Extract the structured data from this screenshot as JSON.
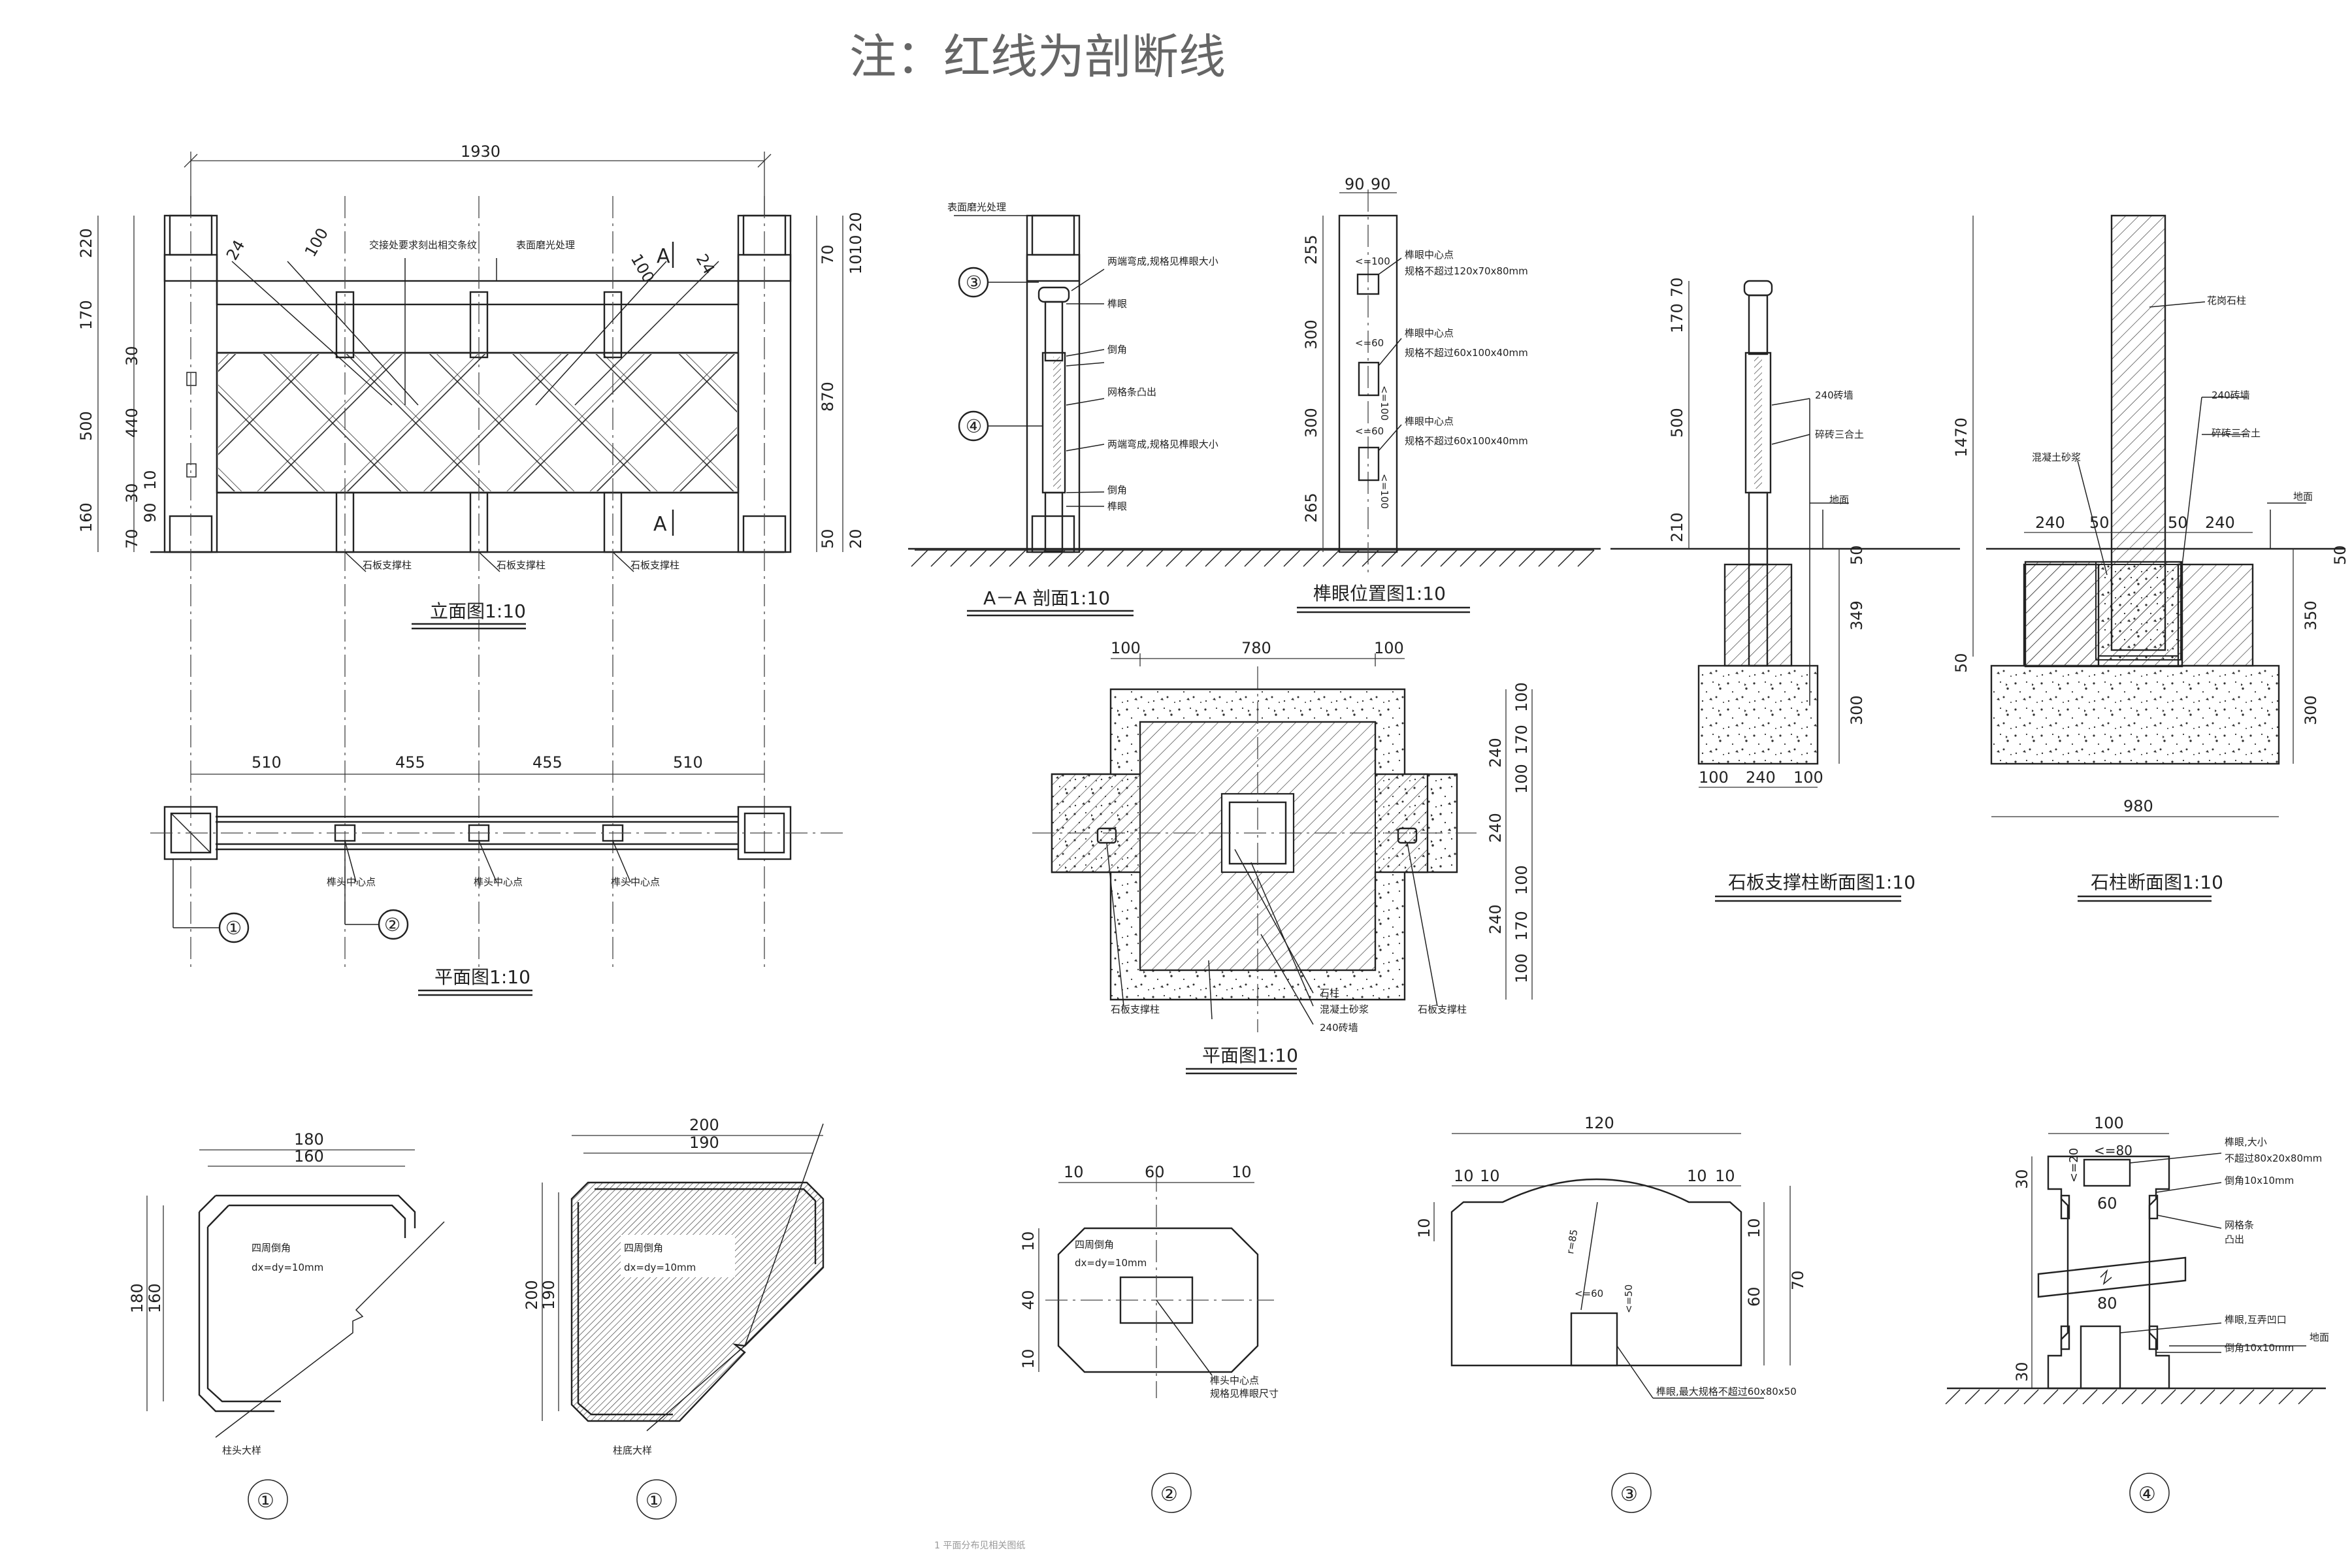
{
  "header": {
    "title": "注：红线为剖断线"
  },
  "views": {
    "elevation": {
      "title": "立面图1:10",
      "dims_top": [
        "1930"
      ],
      "dims_left": [
        "220",
        "170",
        "30",
        "500",
        "440",
        "30",
        "160",
        "70",
        "90",
        "10"
      ],
      "dims_right": [
        "70",
        "20",
        "10",
        "10",
        "870",
        "50",
        "20"
      ],
      "diag_dims": [
        "24",
        "100",
        "100",
        "24"
      ],
      "notes": [
        "交接处要求刻出相交条纹",
        "表面磨光处理"
      ],
      "section_mark": "A",
      "post_labels": [
        "石板支撑柱",
        "石板支撑柱",
        "石板支撑柱"
      ]
    },
    "plan": {
      "title": "平面图1:10",
      "dims": [
        "510",
        "455",
        "455",
        "510"
      ],
      "notes": [
        "榫头中心点",
        "榫头中心点",
        "榫头中心点"
      ],
      "callouts": [
        "①",
        "②"
      ]
    },
    "section_aa": {
      "title": "A－A  剖面1:10",
      "notes": [
        "表面磨光处理",
        "两端弯成,规格见榫眼大小",
        "榫眼",
        "倒角",
        "网格条凸出",
        "两端弯成,规格见榫眼大小",
        "倒角",
        "榫眼"
      ],
      "callouts": [
        "③",
        "④"
      ]
    },
    "mortise_position": {
      "title": "榫眼位置图1:10",
      "dims_top": [
        "90",
        "90"
      ],
      "dims_left": [
        "255",
        "300",
        "300",
        "265"
      ],
      "notes": [
        "榫眼中心点",
        "规格不超过120x70x80mm",
        "榫眼中心点",
        "规格不超过60x100x40mm",
        "榫眼中心点",
        "规格不超过60x100x40mm"
      ],
      "small_dims": [
        "<=100",
        "<=60",
        "<=100",
        "<=60",
        "<=100"
      ]
    },
    "foundation_plan": {
      "title": "平面图1:10",
      "dims_top": [
        "100",
        "780",
        "100"
      ],
      "dims_right": [
        "100",
        "170",
        "240",
        "100",
        "240",
        "100",
        "240",
        "170",
        "100"
      ],
      "notes": [
        "石板支撑柱",
        "石柱",
        "混凝土砂浆",
        "240砖墙",
        "石板支撑柱"
      ]
    },
    "support_post_section": {
      "title": "石板支撑柱断面图1:10",
      "dims_left": [
        "170",
        "70",
        "500",
        "210"
      ],
      "dims_right": [
        "50",
        "349",
        "300"
      ],
      "dims_bottom": [
        "100",
        "240",
        "100"
      ],
      "notes": [
        "240砖墙",
        "碎砖三合土",
        "地面"
      ]
    },
    "stone_post_section": {
      "title": "石柱断面图1:10",
      "dims_left": [
        "1470",
        "50"
      ],
      "dims_right": [
        "50",
        "350",
        "300"
      ],
      "dims_mid": [
        "240",
        "50",
        "50",
        "240"
      ],
      "dims_bottom": [
        "980"
      ],
      "notes": [
        "花岗石柱",
        "240砖墙",
        "碎砖三合土",
        "混凝土砂浆",
        "地面"
      ]
    },
    "detail_1a": {
      "dims_top": [
        "180",
        "160"
      ],
      "dims_left": [
        "180",
        "160"
      ],
      "chamfer_note": [
        "四周倒角",
        "dx=dy=10mm"
      ],
      "caption": "柱头大样",
      "callout": "①"
    },
    "detail_1b": {
      "dims_top": [
        "200",
        "190"
      ],
      "dims_left": [
        "200",
        "190"
      ],
      "chamfer_note": [
        "四周倒角",
        "dx=dy=10mm"
      ],
      "caption": "柱底大样",
      "callout": "①"
    },
    "detail_2": {
      "dims_top": [
        "10",
        "60",
        "10"
      ],
      "dims_left": [
        "10",
        "40",
        "10"
      ],
      "chamfer_note": [
        "四周倒角",
        "dx=dy=10mm"
      ],
      "notes": [
        "榫头中心点",
        "规格见榫眼尺寸"
      ],
      "callout": "②"
    },
    "detail_3": {
      "dims_top": [
        "120"
      ],
      "dims_sub": [
        "10",
        "10",
        "10",
        "10"
      ],
      "dims_left": [
        "10"
      ],
      "dims_right": [
        "10",
        "60",
        "70"
      ],
      "radius": "r=85",
      "small_dims": [
        "<=60",
        "<=50"
      ],
      "notes": [
        "榫眼,最大规格不超过60x80x50"
      ],
      "callout": "③"
    },
    "detail_4": {
      "dims_top": [
        "100"
      ],
      "dims_left": [
        "30",
        "30"
      ],
      "inner_dims": [
        "<=80",
        "<=20",
        "60",
        "80"
      ],
      "notes": [
        "榫眼,大小",
        "不超过80x20x80mm",
        "倒角10x10mm",
        "网格条",
        "凸出",
        "榫眼,互弄凹口",
        "倒角10x10mm",
        "地面"
      ],
      "callout": "④"
    }
  },
  "footer_note": "1  平面分布见相关图纸"
}
